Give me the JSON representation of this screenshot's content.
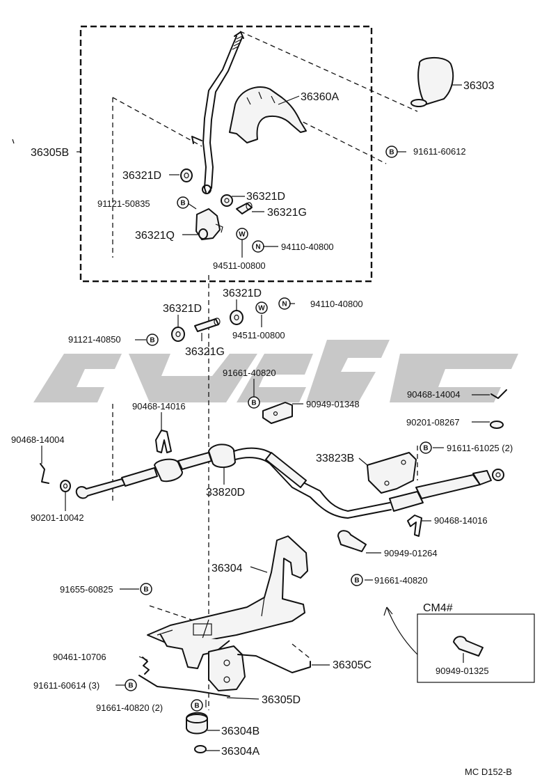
{
  "watermark": {
    "color": "#c8c8c8"
  },
  "callouts": [
    {
      "id": "c01",
      "text": "36303"
    },
    {
      "id": "c02",
      "text": "36360A"
    },
    {
      "id": "c03",
      "text": "36305B"
    },
    {
      "id": "c04",
      "text": "91611-60612"
    },
    {
      "id": "c05",
      "text": "36321D"
    },
    {
      "id": "c06",
      "text": "36321D"
    },
    {
      "id": "c07",
      "text": "91121-50835"
    },
    {
      "id": "c08",
      "text": "36321G"
    },
    {
      "id": "c09",
      "text": "36321Q"
    },
    {
      "id": "c10",
      "text": "94110-40800"
    },
    {
      "id": "c11",
      "text": "94511-00800"
    },
    {
      "id": "c12",
      "text": "36321D"
    },
    {
      "id": "c13",
      "text": "36321D"
    },
    {
      "id": "c14",
      "text": "94110-40800"
    },
    {
      "id": "c15",
      "text": "91121-40850"
    },
    {
      "id": "c16",
      "text": "94511-00800"
    },
    {
      "id": "c17",
      "text": "36321G"
    },
    {
      "id": "c18",
      "text": "91661-40820"
    },
    {
      "id": "c19",
      "text": "90468-14004"
    },
    {
      "id": "c20",
      "text": "90468-14016"
    },
    {
      "id": "c21",
      "text": "90949-01348"
    },
    {
      "id": "c22",
      "text": "90201-08267"
    },
    {
      "id": "c23",
      "text": "90468-14004"
    },
    {
      "id": "c24",
      "text": "91611-61025 (2)"
    },
    {
      "id": "c25",
      "text": "33823B"
    },
    {
      "id": "c26",
      "text": "33820D"
    },
    {
      "id": "c27",
      "text": "90201-10042"
    },
    {
      "id": "c28",
      "text": "90468-14016"
    },
    {
      "id": "c29",
      "text": "36304"
    },
    {
      "id": "c30",
      "text": "90949-01264"
    },
    {
      "id": "c31",
      "text": "91655-60825"
    },
    {
      "id": "c32",
      "text": "91661-40820"
    },
    {
      "id": "c33",
      "text": "CM4#"
    },
    {
      "id": "c34",
      "text": "90461-10706"
    },
    {
      "id": "c35",
      "text": "36305C"
    },
    {
      "id": "c36",
      "text": "91611-60614 (3)"
    },
    {
      "id": "c37",
      "text": "90949-01325"
    },
    {
      "id": "c38",
      "text": "91661-40820 (2)"
    },
    {
      "id": "c39",
      "text": "36305D"
    },
    {
      "id": "c40",
      "text": "36304B"
    },
    {
      "id": "c41",
      "text": "36304A"
    }
  ],
  "badges": {
    "b": "B",
    "n": "N",
    "w": "W"
  },
  "footer": {
    "code": "MC  D152-B"
  }
}
